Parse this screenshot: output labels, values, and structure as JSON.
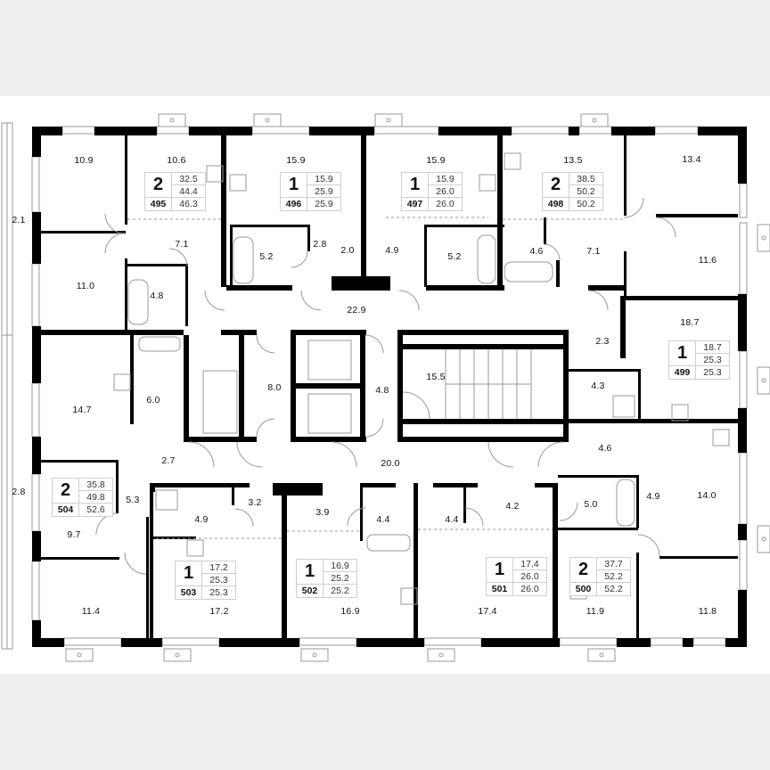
{
  "colors": {
    "page_background": "#efefef",
    "sheet": "#ffffff",
    "wall": "#000000",
    "fixture": "#9a9a9a",
    "card_border": "#cfcfcf"
  },
  "apartments": [
    {
      "id": "495",
      "rooms": "2",
      "living": "32.5",
      "total": "44.4",
      "total_with_balcony": "46.3"
    },
    {
      "id": "496",
      "rooms": "1",
      "living": "15.9",
      "total": "25.9",
      "total_with_balcony": "25.9"
    },
    {
      "id": "497",
      "rooms": "1",
      "living": "15.9",
      "total": "26.0",
      "total_with_balcony": "26.0"
    },
    {
      "id": "498",
      "rooms": "2",
      "living": "38.5",
      "total": "50.2",
      "total_with_balcony": "50.2"
    },
    {
      "id": "499",
      "rooms": "1",
      "living": "18.7",
      "total": "25.3",
      "total_with_balcony": "25.3"
    },
    {
      "id": "500",
      "rooms": "2",
      "living": "37.7",
      "total": "52.2",
      "total_with_balcony": "52.2"
    },
    {
      "id": "501",
      "rooms": "1",
      "living": "17.4",
      "total": "26.0",
      "total_with_balcony": "26.0"
    },
    {
      "id": "502",
      "rooms": "1",
      "living": "16.9",
      "total": "25.2",
      "total_with_balcony": "25.2"
    },
    {
      "id": "503",
      "rooms": "1",
      "living": "17.2",
      "total": "25.3",
      "total_with_balcony": "25.3"
    },
    {
      "id": "504",
      "rooms": "2",
      "living": "35.8",
      "total": "49.8",
      "total_with_balcony": "52.6"
    }
  ],
  "rooms": [
    {
      "name": "apt495-bedroom-1",
      "area": "10.9"
    },
    {
      "name": "apt495-kitchen-living",
      "area": "10.6"
    },
    {
      "name": "balcony-west-top",
      "area": "2.1"
    },
    {
      "name": "apt495-hall",
      "area": "7.1"
    },
    {
      "name": "apt495-bedroom-2",
      "area": "11.0"
    },
    {
      "name": "apt495-bathroom",
      "area": "4.8"
    },
    {
      "name": "apt496-studio",
      "area": "15.9"
    },
    {
      "name": "apt496-bathroom",
      "area": "5.2"
    },
    {
      "name": "apt496-hall",
      "area": "2.8"
    },
    {
      "name": "apt496-entry",
      "area": "2.0"
    },
    {
      "name": "apt497-studio",
      "area": "15.9"
    },
    {
      "name": "apt497-hall",
      "area": "4.9"
    },
    {
      "name": "apt497-bathroom",
      "area": "5.2"
    },
    {
      "name": "apt498-kitchen-living",
      "area": "13.5"
    },
    {
      "name": "apt498-bedroom-1",
      "area": "13.4"
    },
    {
      "name": "apt498-bathroom",
      "area": "4.6"
    },
    {
      "name": "apt498-hall",
      "area": "7.1"
    },
    {
      "name": "apt498-bedroom-2",
      "area": "11.6"
    },
    {
      "name": "corridor-north",
      "area": "22.9"
    },
    {
      "name": "apt499-studio",
      "area": "18.7"
    },
    {
      "name": "apt499-hall",
      "area": "2.3"
    },
    {
      "name": "apt499-bathroom",
      "area": "4.3"
    },
    {
      "name": "apt504-kitchen-living",
      "area": "14.7"
    },
    {
      "name": "apt504-bathroom",
      "area": "6.0"
    },
    {
      "name": "elevator-lobby",
      "area": "8.0"
    },
    {
      "name": "vestibule",
      "area": "4.8"
    },
    {
      "name": "stairwell",
      "area": "15.5"
    },
    {
      "name": "apt504-hall-1",
      "area": "2.7"
    },
    {
      "name": "corridor-south",
      "area": "20.0"
    },
    {
      "name": "apt500-hall-1",
      "area": "4.6"
    },
    {
      "name": "balcony-west-bottom",
      "area": "2.8"
    },
    {
      "name": "apt504-hall-2",
      "area": "5.3"
    },
    {
      "name": "apt504-bedroom-1",
      "area": "9.7"
    },
    {
      "name": "apt503-bathroom",
      "area": "4.9"
    },
    {
      "name": "apt503-hall",
      "area": "3.2"
    },
    {
      "name": "apt502-hall",
      "area": "3.9"
    },
    {
      "name": "apt502-bathroom",
      "area": "4.4"
    },
    {
      "name": "apt501-bathroom",
      "area": "4.4"
    },
    {
      "name": "apt501-hall",
      "area": "4.2"
    },
    {
      "name": "apt500-bathroom",
      "area": "5.0"
    },
    {
      "name": "apt500-hall-2",
      "area": "4.9"
    },
    {
      "name": "apt500-kitchen-living",
      "area": "14.0"
    },
    {
      "name": "apt504-bedroom-2",
      "area": "11.4"
    },
    {
      "name": "apt503-studio",
      "area": "17.2"
    },
    {
      "name": "apt502-studio",
      "area": "16.9"
    },
    {
      "name": "apt501-studio",
      "area": "17.4"
    },
    {
      "name": "apt500-bedroom-1",
      "area": "11.9"
    },
    {
      "name": "apt500-bedroom-2",
      "area": "11.8"
    }
  ]
}
